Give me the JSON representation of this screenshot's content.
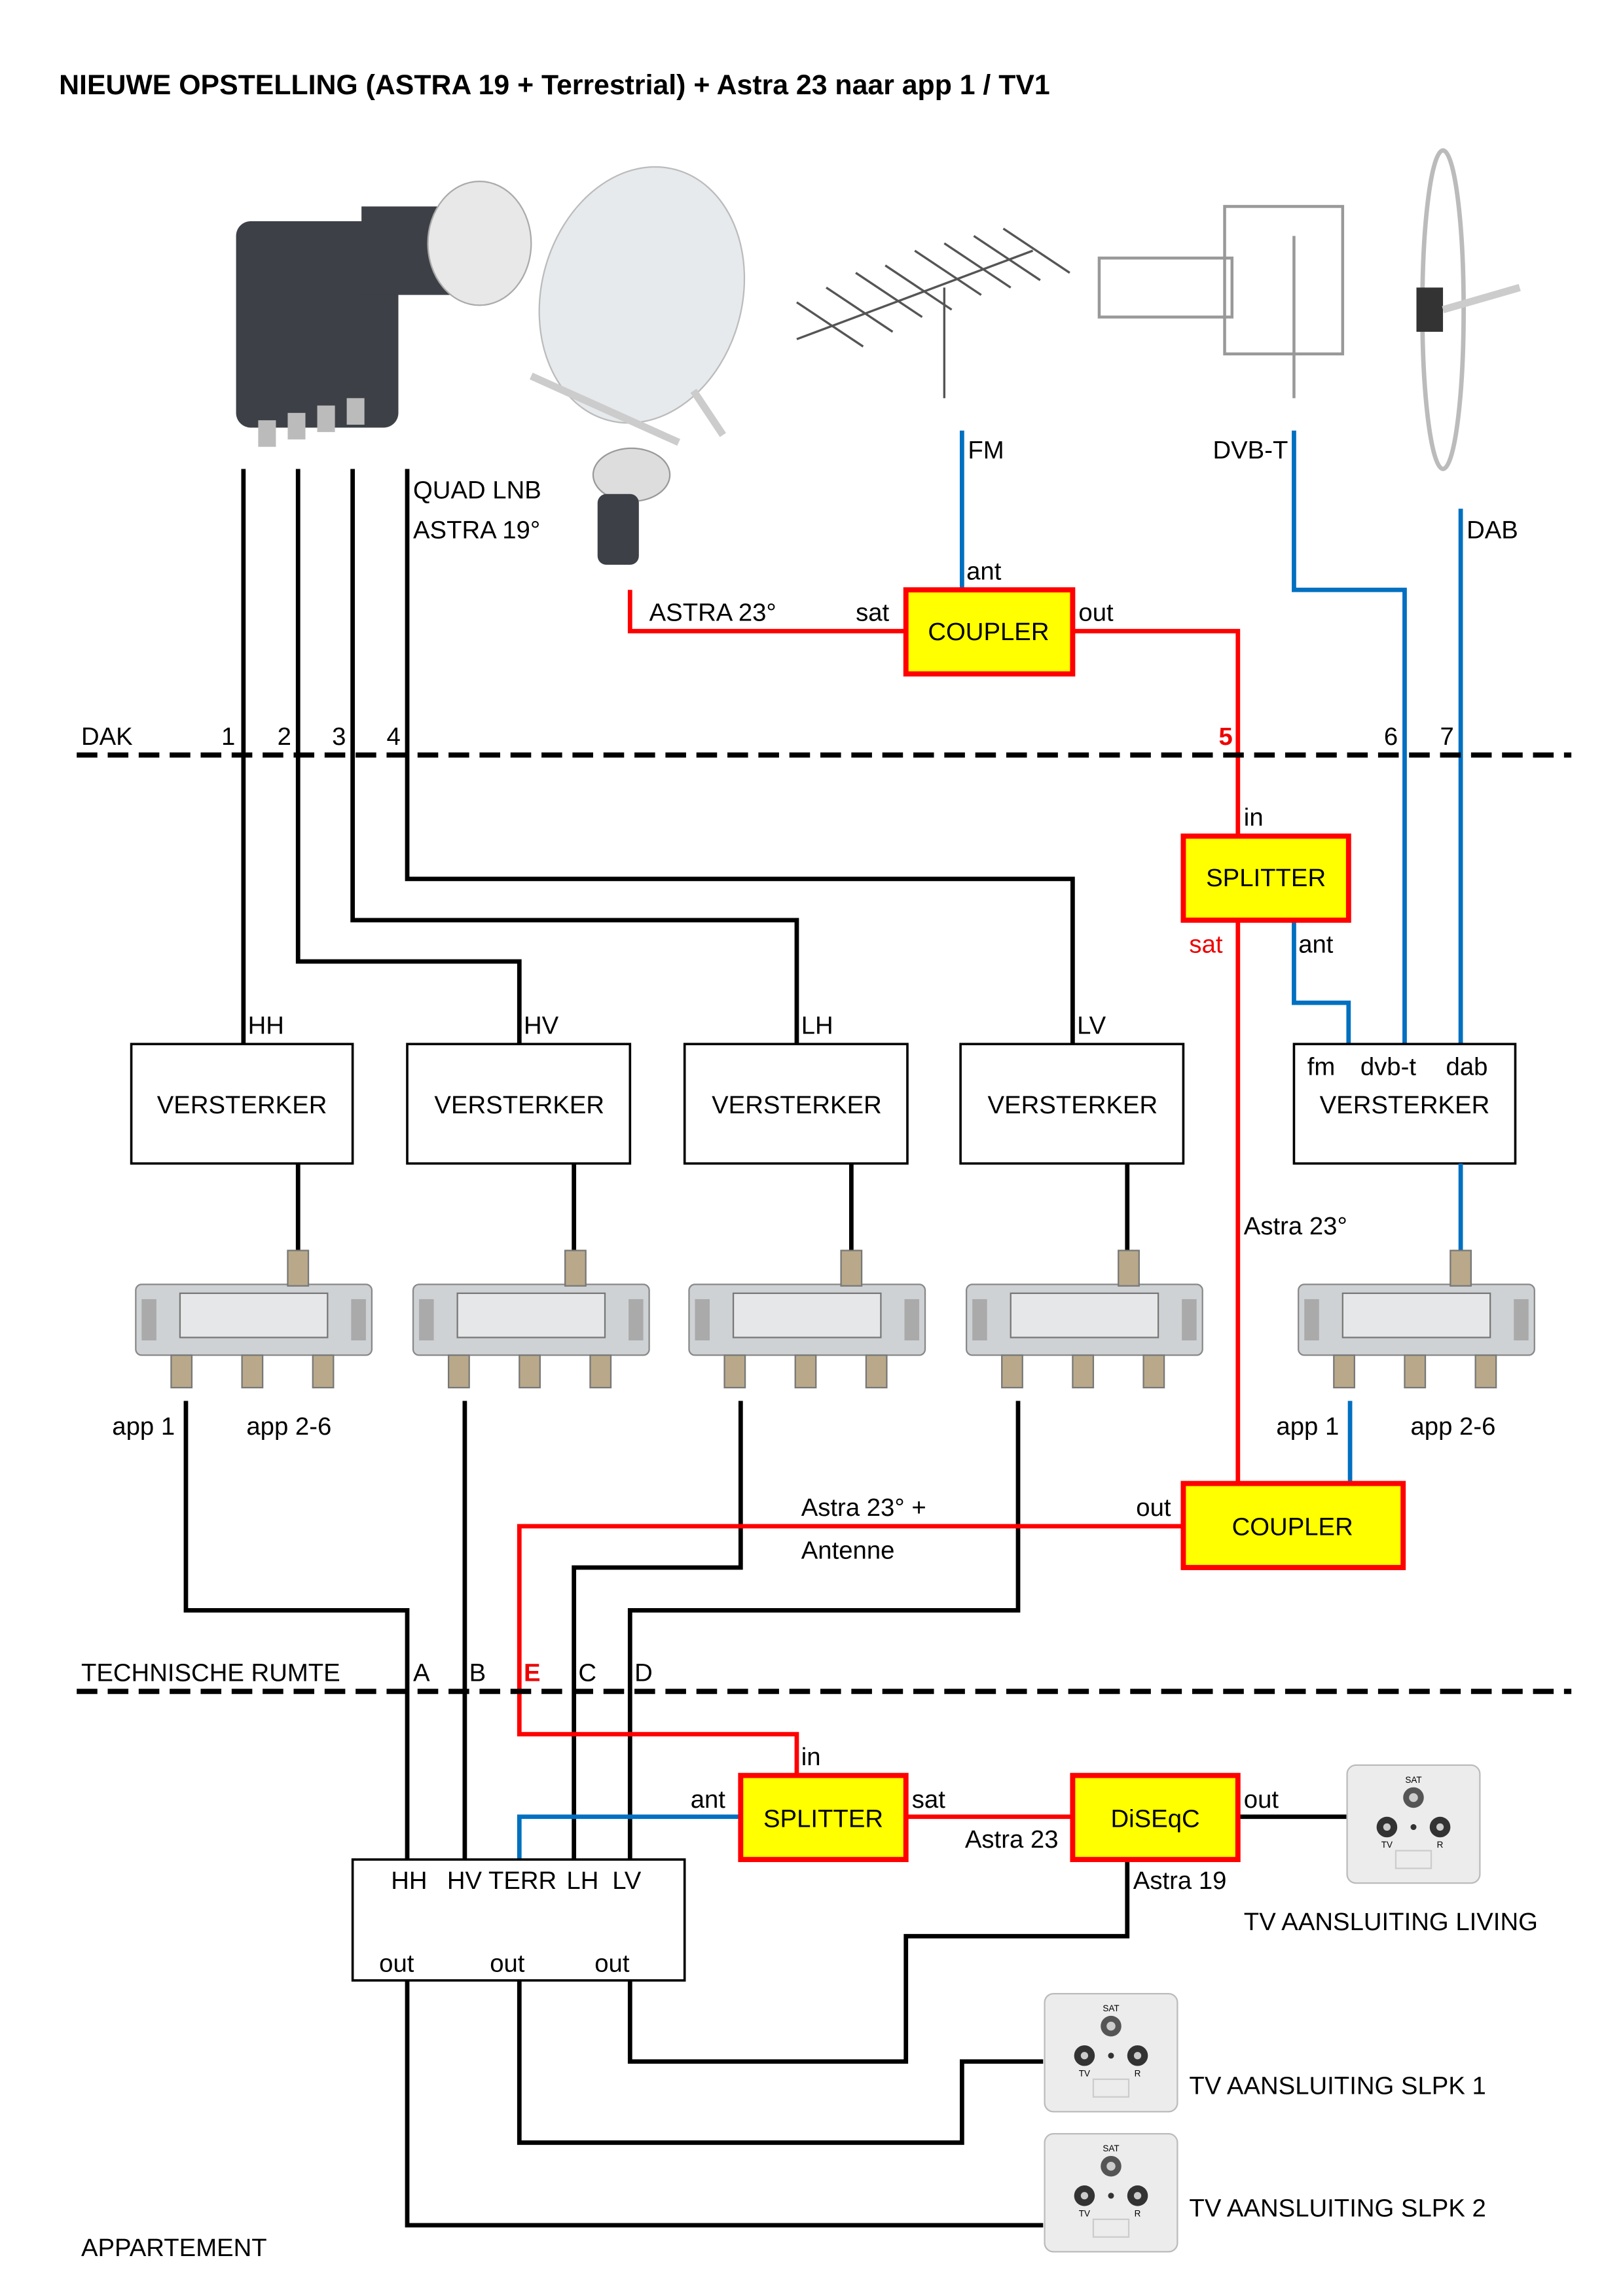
{
  "title": "NIEUWE OPSTELLING (ASTRA 19 + Terrestrial) + Astra 23 naar app 1 / TV1",
  "colors": {
    "sat_line": "#ff0000",
    "terrestrial_line": "#0070c0",
    "cable": "#000000",
    "device_fill": "#ffff00"
  },
  "roof": {
    "zone_label": "DAK",
    "lnb_label_1": "QUAD LNB",
    "lnb_label_2": "ASTRA 19°",
    "astra23_label": "ASTRA 23°",
    "fm_label": "FM",
    "dvbt_label": "DVB-T",
    "dab_label": "DAB",
    "coupler": {
      "label": "COUPLER",
      "port_ant": "ant",
      "port_sat": "sat",
      "port_out": "out"
    },
    "cable_numbers": [
      "1",
      "2",
      "3",
      "4",
      "5",
      "6",
      "7"
    ]
  },
  "technical_room": {
    "zone_label": "TECHNISCHE RUMTE",
    "splitter": {
      "label": "SPLITTER",
      "port_in": "in",
      "port_sat": "sat",
      "port_ant": "ant"
    },
    "astra23_label": "Astra 23°",
    "amplifiers": [
      {
        "input": "HH",
        "label": "VERSTERKER"
      },
      {
        "input": "HV",
        "label": "VERSTERKER"
      },
      {
        "input": "LH",
        "label": "VERSTERKER"
      },
      {
        "input": "LV",
        "label": "VERSTERKER"
      },
      {
        "inputs": [
          "fm",
          "dvb-t",
          "dab"
        ],
        "label": "VERSTERKER"
      }
    ],
    "splitter_outputs": {
      "app1": "app 1",
      "app26": "app 2-6"
    },
    "coupler": {
      "label": "COUPLER",
      "port_out": "out"
    },
    "combined_label_1": "Astra 23° +",
    "combined_label_2": "Antenne",
    "cable_letters": [
      "A",
      "B",
      "E",
      "C",
      "D"
    ]
  },
  "apartment": {
    "zone_label": "APPARTEMENT",
    "splitter": {
      "label": "SPLITTER",
      "port_in": "in",
      "port_ant": "ant",
      "port_sat": "sat"
    },
    "astra23_label": "Astra 23",
    "diseqc": {
      "label": "DiSEqC",
      "port_out": "out",
      "astra19_label": "Astra 19"
    },
    "multiswitch": {
      "inputs": [
        "HH",
        "HV",
        "TERR",
        "LH",
        "LV"
      ],
      "outputs": [
        "out",
        "out",
        "out"
      ]
    },
    "outlets": [
      {
        "label": "TV AANSLUITING LIVING"
      },
      {
        "label": "TV AANSLUITING SLPK 1"
      },
      {
        "label": "TV AANSLUITING SLPK 2"
      }
    ],
    "outlet_port_labels": {
      "sat": "SAT",
      "tv": "TV",
      "radio": "R"
    }
  }
}
